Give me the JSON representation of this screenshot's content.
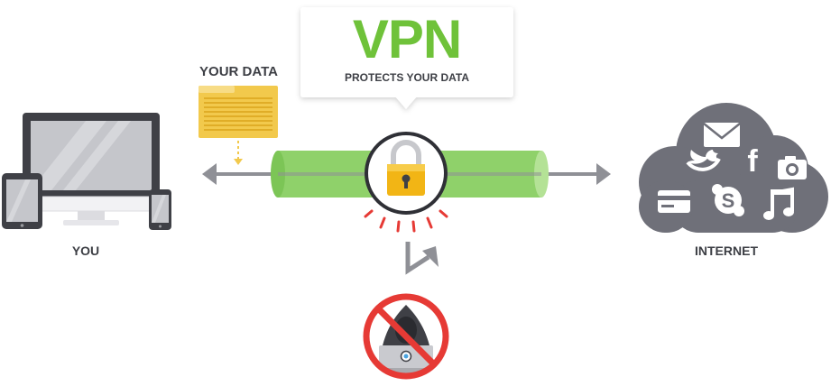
{
  "labels": {
    "you": "YOU",
    "internet": "INTERNET",
    "your_data": "YOUR DATA",
    "vpn_title": "VPN",
    "vpn_subtitle": "PROTECTS YOUR DATA"
  },
  "icons": {
    "devices": "laptop-tablet-phone-icon",
    "data": "folder-binary-icon",
    "lock": "padlock-icon",
    "hacker": "hooded-hacker-icon",
    "blocked": "prohibited-icon",
    "cloud_items": [
      "envelope-icon",
      "twitter-icon",
      "facebook-icon",
      "camera-icon",
      "credit-card-icon",
      "skype-icon",
      "music-note-icon"
    ]
  },
  "colors": {
    "tunnel_green": "#8fd16a",
    "vpn_green": "#6fc23a",
    "lock_gold": "#f2b515",
    "cloud_gray": "#6f7079",
    "alert_red": "#e63a35",
    "text_dark": "#3d3f45"
  }
}
